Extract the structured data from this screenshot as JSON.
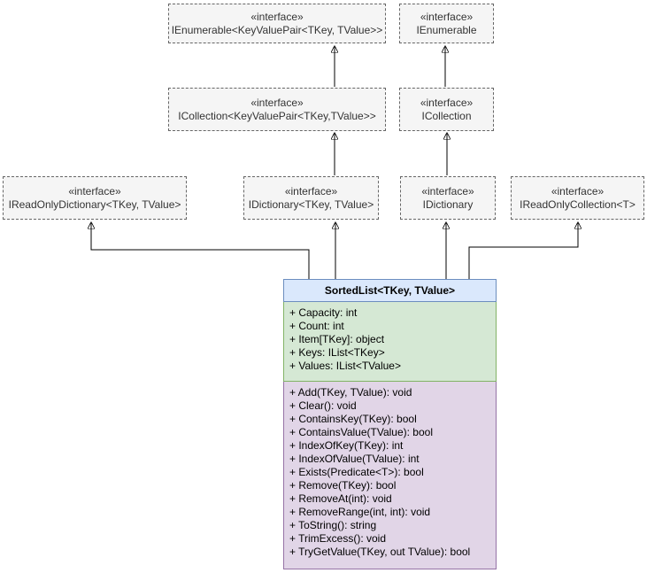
{
  "diagram_type": "uml-class-diagram",
  "interfaces": [
    {
      "stereotype": "«interface»",
      "name": "IEnumerable<KeyValuePair<TKey, TValue>>"
    },
    {
      "stereotype": "«interface»",
      "name": "IEnumerable"
    },
    {
      "stereotype": "«interface»",
      "name": "ICollection<KeyValuePair<TKey,TValue>>"
    },
    {
      "stereotype": "«interface»",
      "name": "ICollection"
    },
    {
      "stereotype": "«interface»",
      "name": "IReadOnlyDictionary<TKey, TValue>"
    },
    {
      "stereotype": "«interface»",
      "name": "IDictionary<TKey, TValue>"
    },
    {
      "stereotype": "«interface»",
      "name": "IDictionary"
    },
    {
      "stereotype": "«interface»",
      "name": "IReadOnlyCollection<T>"
    }
  ],
  "class_box": {
    "title": "SortedList<TKey, TValue>",
    "properties": [
      "+ Capacity: int",
      "+ Count: int",
      "+ Item[TKey]: object",
      "+ Keys: IList<TKey>",
      "+ Values: IList<TValue>"
    ],
    "methods": [
      "+ Add(TKey, TValue): void",
      "+ Clear(): void",
      "+ ContainsKey(TKey): bool",
      "+ ContainsValue(TValue): bool",
      "+ IndexOfKey(TKey): int",
      "+ IndexOfValue(TValue): int",
      "+ Exists(Predicate<T>): bool",
      "+ Remove(TKey): bool",
      "+ RemoveAt(int): void",
      "+ RemoveRange(int, int): void",
      "+ ToString(): string",
      "+ TrimExcess(): void",
      "+ TryGetValue(TKey, out TValue): bool"
    ]
  },
  "colors": {
    "class_header_fill": "#dae8fc",
    "class_header_border": "#6c8ebf",
    "properties_fill": "#d5e8d4",
    "properties_border": "#82b366",
    "methods_fill": "#e1d5e7",
    "methods_border": "#9673a6",
    "interface_fill": "#f5f5f5",
    "interface_border": "#666666",
    "arrow_color": "#000000"
  }
}
